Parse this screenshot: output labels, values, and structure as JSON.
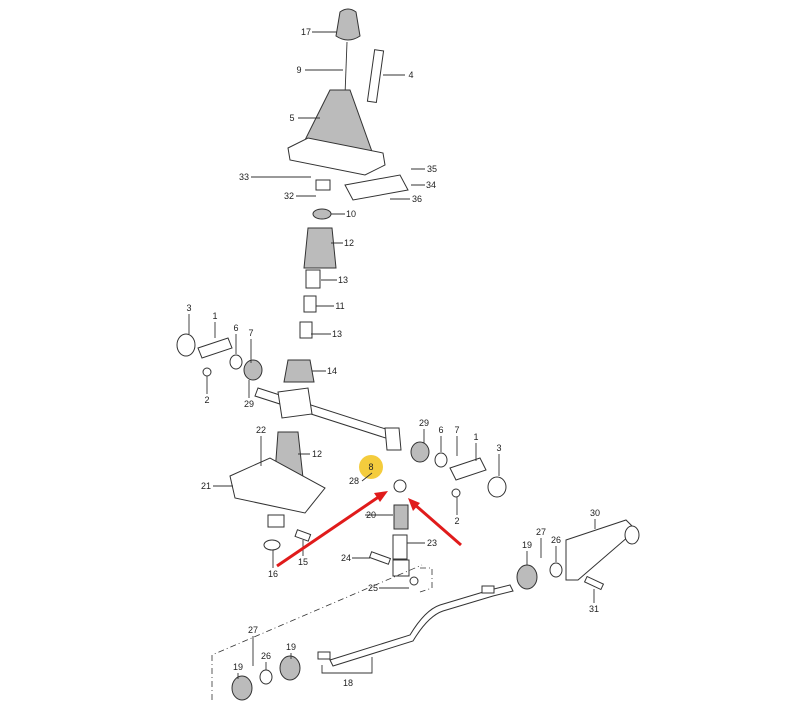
{
  "diagram": {
    "labels": [
      "17",
      "9",
      "4",
      "5",
      "35",
      "34",
      "33",
      "32",
      "36",
      "10",
      "12",
      "13",
      "11",
      "13",
      "3",
      "1",
      "6",
      "7",
      "2",
      "29",
      "14",
      "29",
      "6",
      "7",
      "1",
      "3",
      "2",
      "22",
      "12",
      "21",
      "8",
      "28",
      "20",
      "23",
      "24",
      "25",
      "16",
      "15",
      "19",
      "27",
      "26",
      "30",
      "31",
      "27",
      "19",
      "26",
      "19",
      "18"
    ],
    "highlighted_label": "8",
    "colors": {
      "highlight": "#f2c31b",
      "arrow": "#e01b1b",
      "line": "#333333"
    }
  }
}
